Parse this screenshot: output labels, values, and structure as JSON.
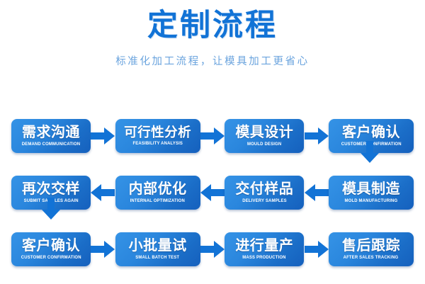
{
  "header": {
    "title": "定制流程",
    "subtitle": "标准化加工流程，让模具加工更省心",
    "title_color": "#1273d6",
    "subtitle_color": "#6ba4de"
  },
  "theme": {
    "background": "#ffffff",
    "box_gradient_start": "#3593e6",
    "box_gradient_end": "#1560bd",
    "arrow_color": "#1273d6",
    "box_text_color": "#ffffff"
  },
  "flow": {
    "rows": [
      {
        "direction": "left-to-right",
        "steps": [
          {
            "cn": "需求沟通",
            "en": "DEMAND COMMUNICATION"
          },
          {
            "cn": "可行性分析",
            "en": "FEASIBILITY ANALYSIS"
          },
          {
            "cn": "模具设计",
            "en": "MOULD DESIGN"
          },
          {
            "cn": "客户确认",
            "en": "CUSTOMER CONFIRMATION"
          }
        ]
      },
      {
        "direction": "right-to-left",
        "steps": [
          {
            "cn": "再次交样",
            "en": "SUBMIT SAMPLES AGAIN"
          },
          {
            "cn": "内部优化",
            "en": "INTERNAL OPTIMIZATION"
          },
          {
            "cn": "交付样品",
            "en": "DELIVERY SAMPLES"
          },
          {
            "cn": "模具制造",
            "en": "MOLD MANUFACTURING"
          }
        ]
      },
      {
        "direction": "left-to-right",
        "steps": [
          {
            "cn": "客户确认",
            "en": "CUSTOMER CONFIRMATION"
          },
          {
            "cn": "小批量试",
            "en": "SMALL BATCH TEST"
          },
          {
            "cn": "进行量产",
            "en": "MASS PRODUCTION"
          },
          {
            "cn": "售后跟踪",
            "en": "AFTER SALES TRACKING"
          }
        ]
      }
    ],
    "connectors": [
      {
        "name": "row1-to-row2",
        "direction": "down",
        "side": "right"
      },
      {
        "name": "row2-to-row3",
        "direction": "down",
        "side": "left"
      }
    ]
  }
}
